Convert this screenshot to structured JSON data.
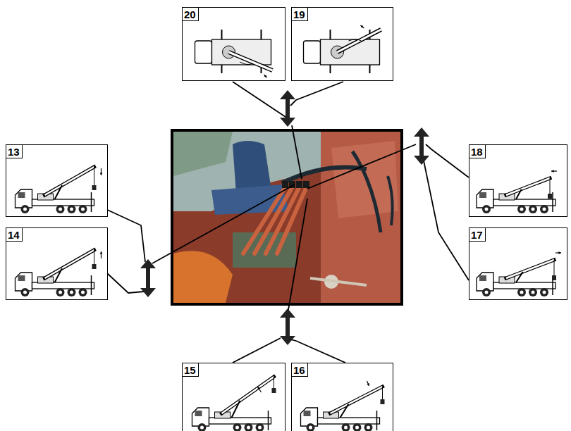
{
  "diagram": {
    "nodes": [
      {
        "text": [
          "20"
        ]
      },
      {
        "text": [
          "19"
        ]
      },
      {
        "text": [
          "13"
        ]
      },
      {
        "text": [
          "18"
        ]
      },
      {
        "text": [
          "14"
        ]
      },
      {
        "text": [
          "17"
        ]
      },
      {
        "text": [
          "15"
        ]
      },
      {
        "text": [
          "16"
        ]
      }
    ]
  }
}
